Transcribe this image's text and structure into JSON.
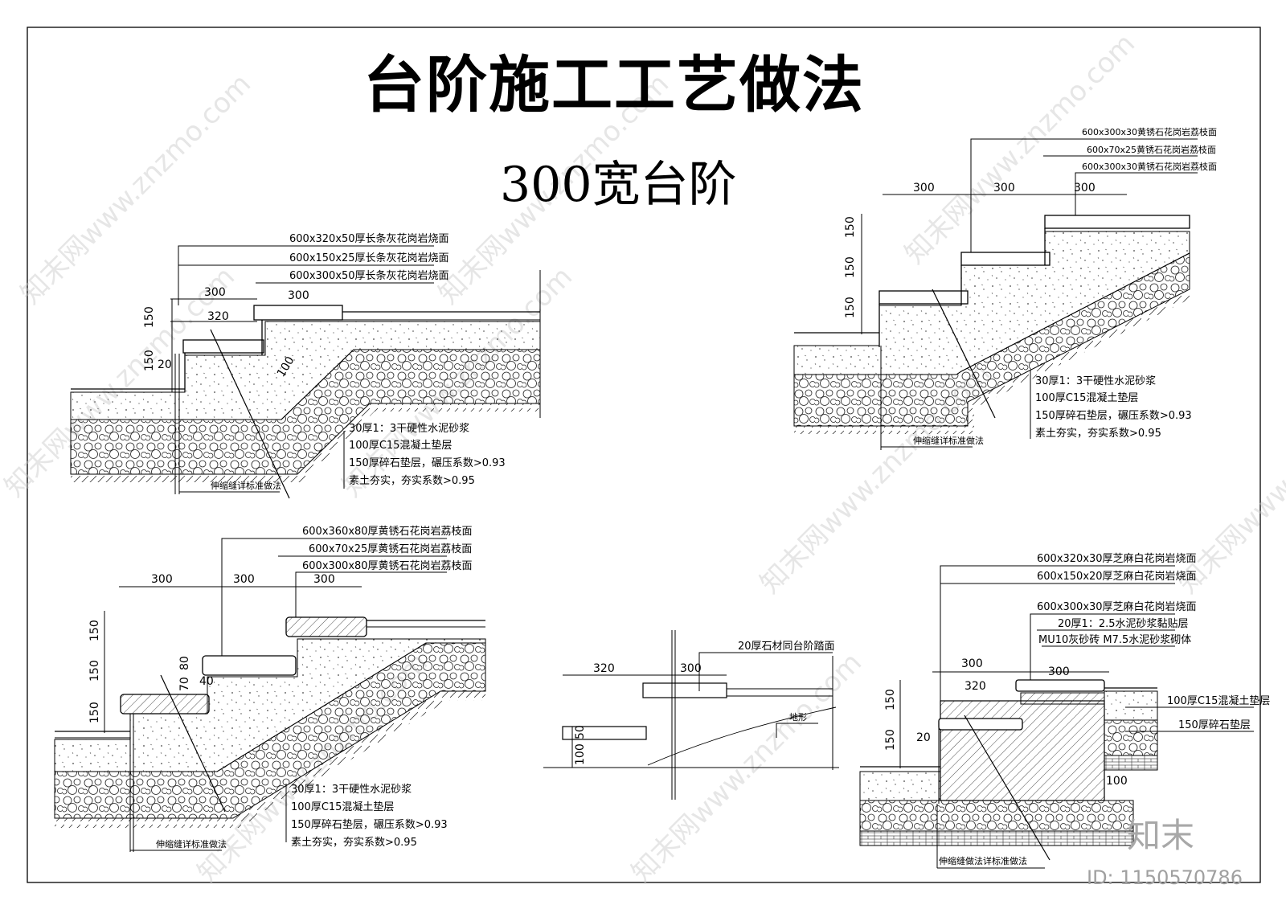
{
  "title": "台阶施工工艺做法",
  "subtitle": "300宽台阶",
  "detail1": {
    "labels": [
      "600x320x50厚长条灰花岗岩烧面",
      "600x150x25厚长条灰花岗岩烧面",
      "600x300x50厚长条灰花岗岩烧面"
    ],
    "dims": {
      "d300a": "300",
      "d300b": "300",
      "d320": "320",
      "d150a": "150",
      "d150b": "150",
      "d20": "20",
      "d100": "100"
    },
    "layers": [
      "30厚1：3干硬性水泥砂浆",
      "100厚C15混凝土垫层",
      "150厚碎石垫层，碾压系数>0.93",
      "素土夯实，夯实系数>0.95"
    ],
    "joint": "伸缩缝详标准做法"
  },
  "detail2": {
    "labels": [
      "600x300x30黄锈石花岗岩荔枝面",
      "600x70x25黄锈石花岗岩荔枝面",
      "600x300x30黄锈石花岗岩荔枝面"
    ],
    "dims": {
      "d300a": "300",
      "d300b": "300",
      "d300c": "300",
      "d150a": "150",
      "d150b": "150",
      "d150c": "150"
    },
    "layers": [
      "30厚1：3干硬性水泥砂浆",
      "100厚C15混凝土垫层",
      "150厚碎石垫层，碾压系数>0.93",
      "素土夯实，夯实系数>0.95"
    ],
    "joint": "伸缩缝详标准做法"
  },
  "detail3": {
    "labels": [
      "600x360x80厚黄锈石花岗岩荔枝面",
      "600x70x25厚黄锈石花岗岩荔枝面",
      "600x300x80厚黄锈石花岗岩荔枝面"
    ],
    "dims": {
      "d300a": "300",
      "d300b": "300",
      "d300c": "300",
      "d150a": "150",
      "d150b": "150",
      "d150c": "150",
      "d70": "70",
      "d80": "80",
      "d40": "40"
    },
    "layers": [
      "30厚1：3干硬性水泥砂浆",
      "100厚C15混凝土垫层",
      "150厚碎石垫层，碾压系数>0.93",
      "素土夯实，夯实系数>0.95"
    ],
    "joint": "伸缩缝详标准做法"
  },
  "detail4": {
    "label": "20厚石材同台阶踏面",
    "terrain": "地形",
    "dims": {
      "d320": "320",
      "d300": "300",
      "d100": "100",
      "d50": "50"
    }
  },
  "detail5": {
    "labels": [
      "600x320x30厚芝麻白花岗岩烧面",
      "600x150x20厚芝麻白花岗岩烧面",
      "600x300x30厚芝麻白花岗岩烧面",
      "20厚1：2.5水泥砂浆黏贴层",
      "MU10灰砂砖 M7.5水泥砂浆砌体"
    ],
    "right_labels": [
      "100厚C15混凝土垫层",
      "150厚碎石垫层"
    ],
    "dims": {
      "d300a": "300",
      "d300b": "300",
      "d320": "320",
      "d150a": "150",
      "d150b": "150",
      "d20": "20",
      "d100": "100"
    },
    "joint": "伸缩缝做法详标准做法"
  },
  "watermark": "知末网www.znzmo.com",
  "brand": "知末",
  "id_text": "ID: 1150570786"
}
